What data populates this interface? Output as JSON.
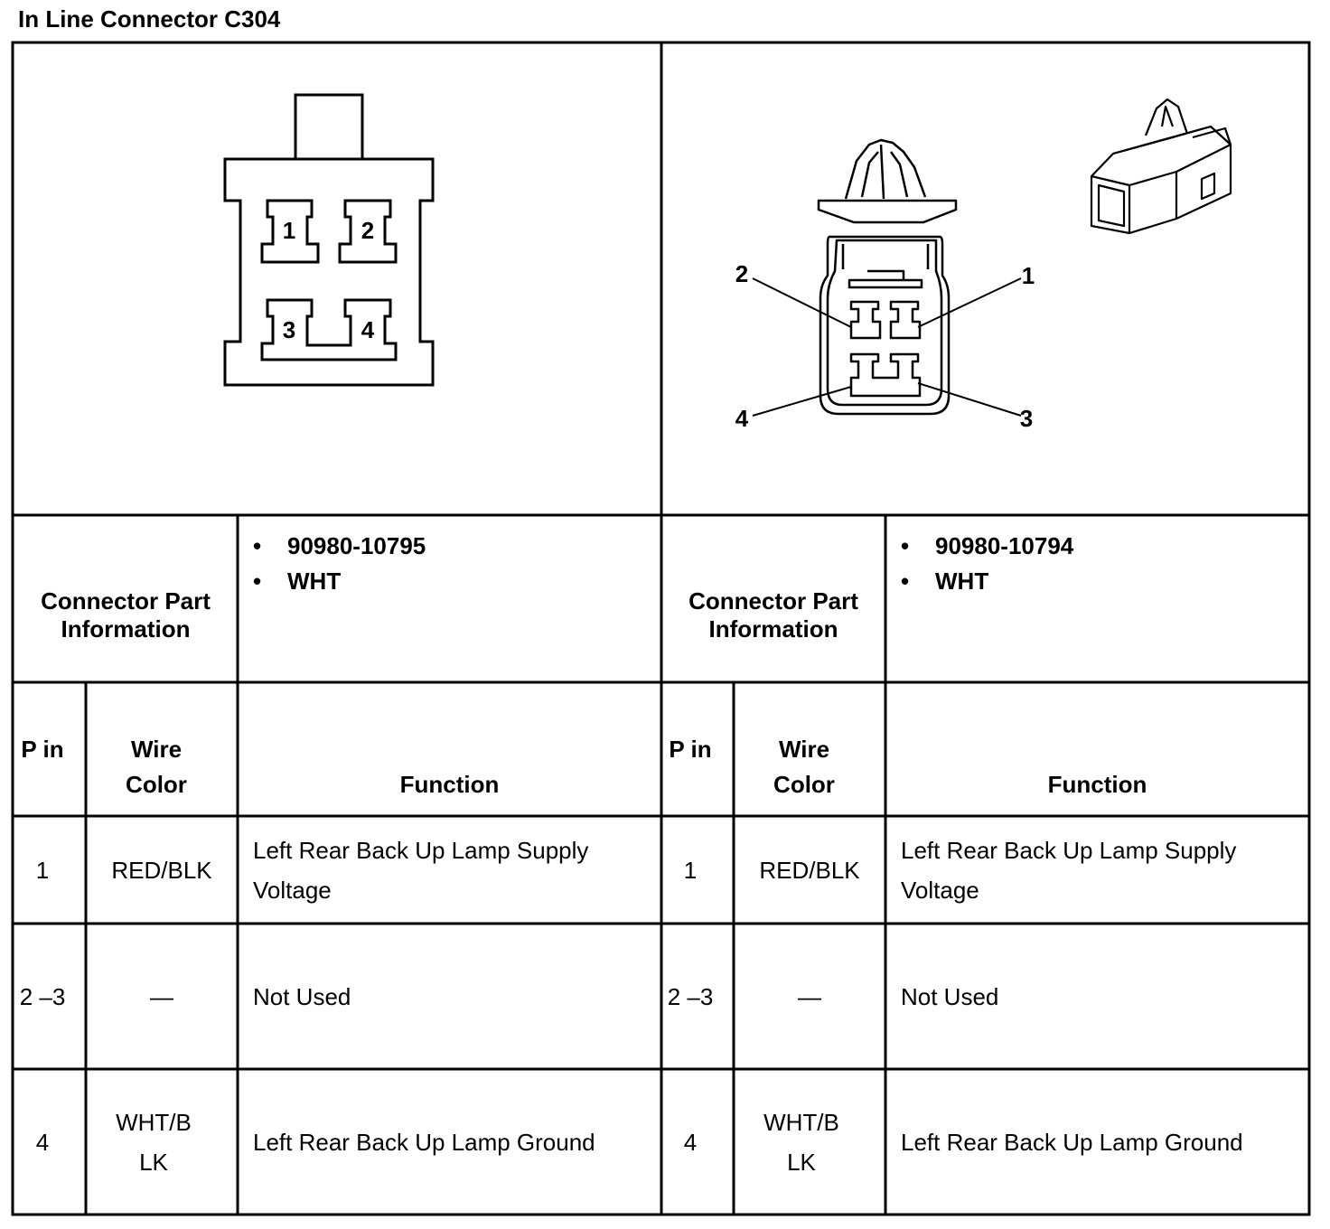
{
  "title": "In Line Connector C304",
  "connectors": [
    {
      "diagram_pins": [
        "1",
        "2",
        "3",
        "4"
      ],
      "part_info_label": "Connector Part Information",
      "part_info": [
        "90980-10795",
        "WHT"
      ],
      "headers": {
        "pin": "P in",
        "wire_color": "Wire Color",
        "function": "Function"
      },
      "rows": [
        {
          "pin": "1",
          "wire_color": "RED/BLK",
          "function": "Left Rear Back Up Lamp Supply Voltage"
        },
        {
          "pin": "2 –3",
          "wire_color": "—",
          "function": "Not Used"
        },
        {
          "pin": "4",
          "wire_color": "WHT/B LK",
          "function": "Left Rear Back Up Lamp Ground"
        }
      ]
    },
    {
      "diagram_pins": [
        "1",
        "2",
        "3",
        "4"
      ],
      "part_info_label": "Connector Part Information",
      "part_info": [
        "90980-10794",
        "WHT"
      ],
      "headers": {
        "pin": "P in",
        "wire_color": "Wire Color",
        "function": "Function"
      },
      "rows": [
        {
          "pin": "1",
          "wire_color": "RED/BLK",
          "function": "Left Rear Back Up Lamp Supply Voltage"
        },
        {
          "pin": "2 –3",
          "wire_color": "—",
          "function": "Not Used"
        },
        {
          "pin": "4",
          "wire_color": "WHT/B LK",
          "function": "Left Rear Back Up Lamp Ground"
        }
      ]
    }
  ]
}
